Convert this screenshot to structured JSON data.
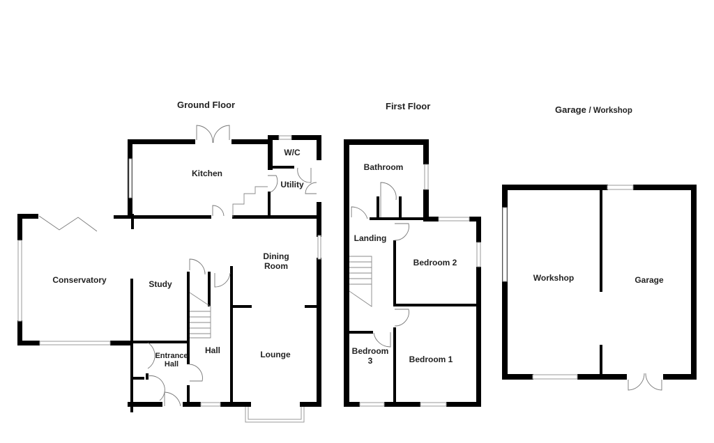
{
  "floors": {
    "ground": {
      "title": "Ground Floor",
      "rooms": {
        "kitchen": "Kitchen",
        "wc": "W/C",
        "utility": "Utility",
        "conservatory": "Conservatory",
        "study": "Study",
        "dining_room": "Dining\nRoom",
        "entrance_hall": "Entrance\nHall",
        "hall": "Hall",
        "lounge": "Lounge"
      }
    },
    "first": {
      "title": "First Floor",
      "rooms": {
        "bathroom": "Bathroom",
        "landing": "Landing",
        "bedroom_2": "Bedroom 2",
        "bedroom_3": "Bedroom\n3",
        "bedroom_1": "Bedroom 1"
      }
    },
    "garage": {
      "title_main": "Garage",
      "title_sub": "/ Workshop",
      "rooms": {
        "workshop": "Workshop",
        "garage": "Garage"
      }
    }
  },
  "colors": {
    "wall": "#000000",
    "window_outline": "#999999",
    "door_line": "#777777",
    "background": "#ffffff"
  }
}
